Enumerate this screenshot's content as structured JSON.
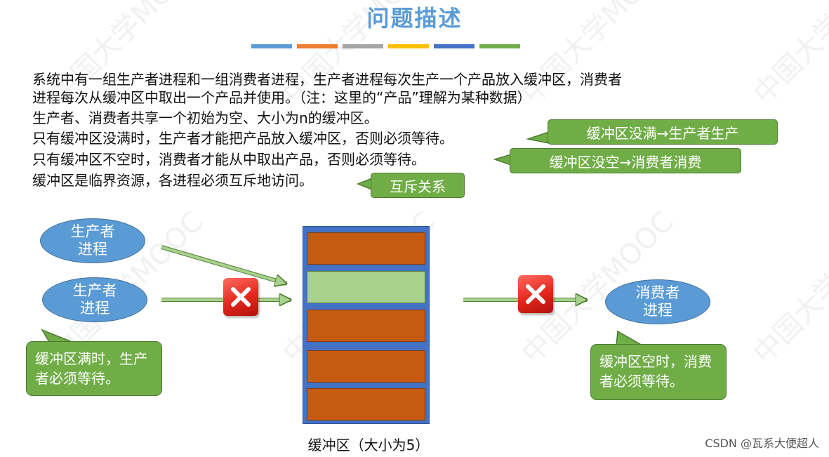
{
  "title": "问题描述",
  "colorbar_colors": [
    "#5b9bd5",
    "#ed7d31",
    "#a5a5a5",
    "#ffc000",
    "#4472c4",
    "#70ad47"
  ],
  "paragraphs": [
    "系统中有一组生产者进程和一组消费者进程，生产者进程每次生产一个产品放入缓冲区，消费者",
    "进程每次从缓冲区中取出一个产品并使用。（注：这里的“产品”理解为某种数据）",
    "生产者、消费者共享一个初始为空、大小为n的缓冲区。",
    "只有缓冲区没满时，生产者才能把产品放入缓冲区，否则必须等待。",
    "只有缓冲区不空时，消费者才能从中取出产品，否则必须等待。",
    "缓冲区是临界资源，各进程必须互斥地访问。"
  ],
  "callouts": {
    "not_full": "缓冲区没满→生产者生产",
    "not_empty": "缓冲区没空→消费者消费",
    "mutex": "互斥关系",
    "producer_wait": "缓冲区满时，生产者必须等待。",
    "consumer_wait": "缓冲区空时，消费者必须等待。"
  },
  "diagram": {
    "producer1_line1": "生产者",
    "producer1_line2": "进程",
    "producer2_line1": "生产者",
    "producer2_line2": "进程",
    "consumer_line1": "消费者",
    "consumer_line2": "进程",
    "buffer_caption": "缓冲区（大小为5）",
    "buffer_slots": [
      "full",
      "empty",
      "full",
      "full",
      "full"
    ]
  },
  "footer": "CSDN @瓦系大便超人",
  "watermark_text": "中国大学MOOC"
}
